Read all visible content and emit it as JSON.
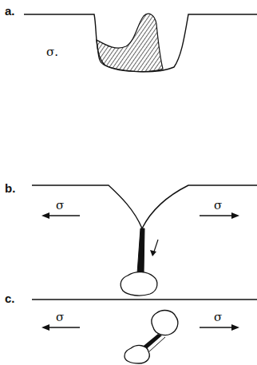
{
  "diagram": {
    "labels": [
      "a.",
      "σ.",
      "b.",
      "σ",
      "σ",
      "c.",
      "σ",
      "σ"
    ]
  }
}
